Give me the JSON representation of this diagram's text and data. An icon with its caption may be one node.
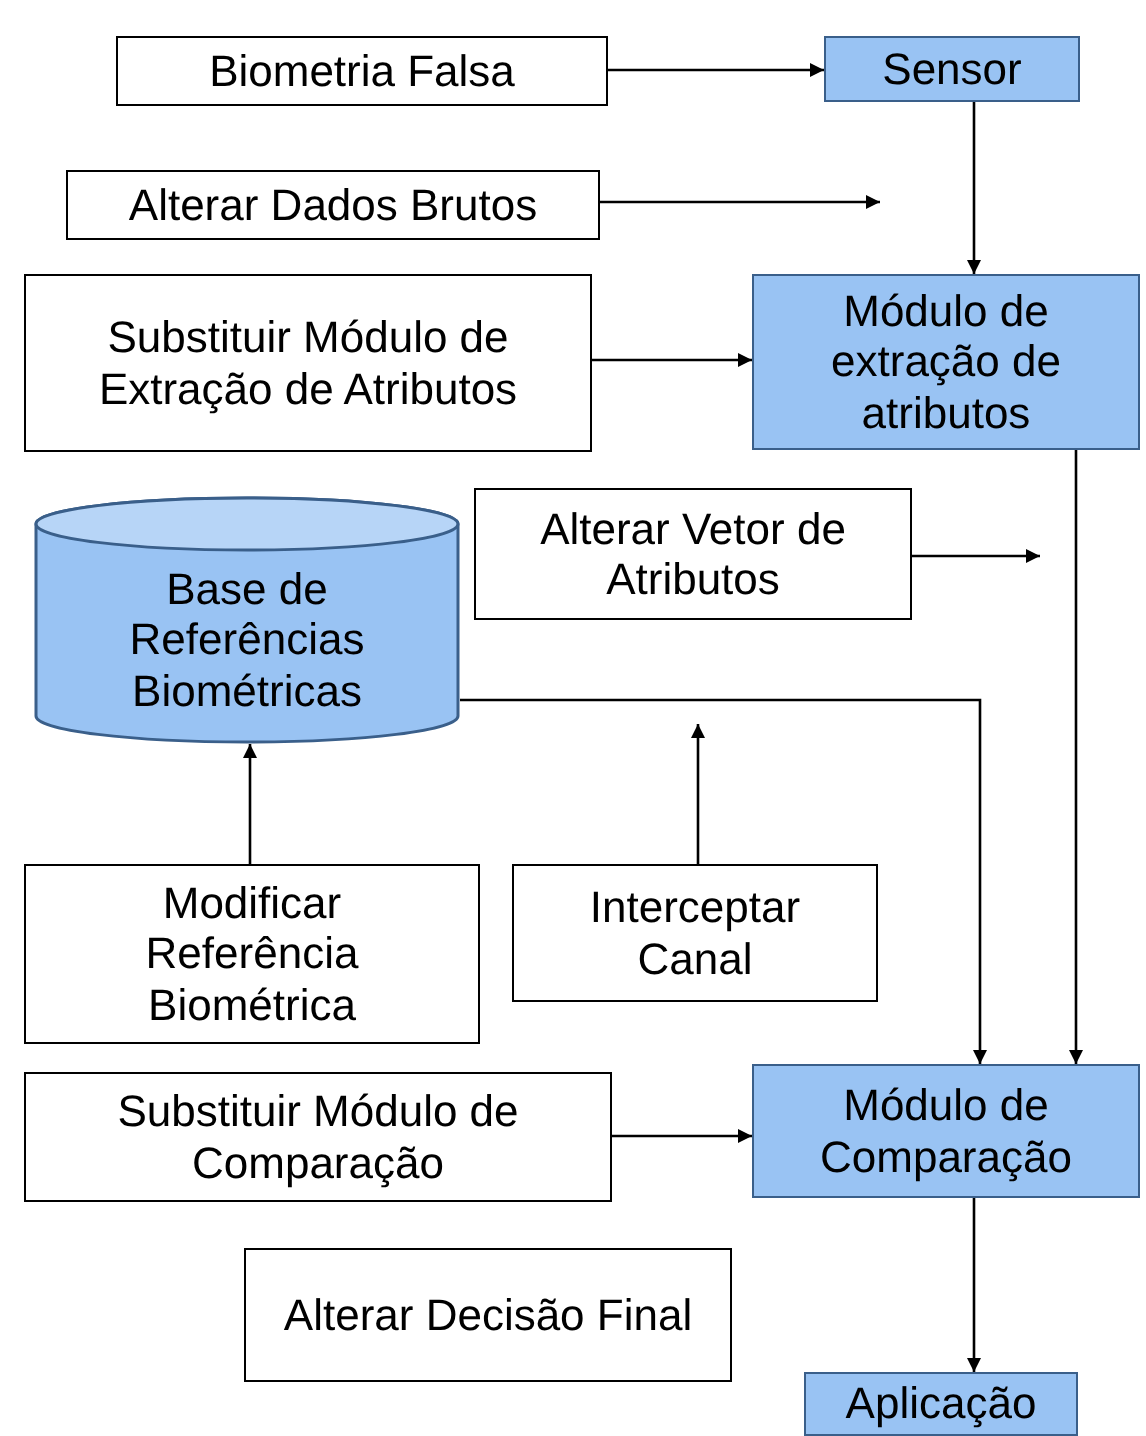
{
  "diagram": {
    "nodes": [
      {
        "text": [
          "Biometria Falsa"
        ]
      },
      {
        "text": [
          "Sensor"
        ]
      },
      {
        "text": [
          "Alterar Dados Brutos"
        ]
      },
      {
        "text": [
          "Substituir Módulo de Extração de Atributos"
        ]
      },
      {
        "text": [
          "Módulo de extração de atributos"
        ]
      },
      {
        "text": [
          "Alterar Vetor de Atributos"
        ]
      },
      {
        "text": [
          "Base de Referências Biométricas"
        ]
      },
      {
        "text": [
          "Modificar Referência Biométrica"
        ]
      },
      {
        "text": [
          "Interceptar Canal"
        ]
      },
      {
        "text": [
          "Substituir Módulo de Comparação"
        ]
      },
      {
        "text": [
          "Módulo de Comparação"
        ]
      },
      {
        "text": [
          "Alterar Decisão Final"
        ]
      },
      {
        "text": [
          "Aplicação"
        ]
      }
    ],
    "edges": [
      {
        "from": 0,
        "to": 1,
        "arrow": "to"
      },
      {
        "from": 1,
        "to": 4,
        "arrow": "to"
      },
      {
        "from": 2,
        "to": null,
        "arrow": "to"
      },
      {
        "from": 3,
        "to": 4,
        "arrow": "to"
      },
      {
        "from": 4,
        "to": 10,
        "arrow": "to"
      },
      {
        "from": 5,
        "to": null,
        "arrow": "to"
      },
      {
        "from": 6,
        "to": 10,
        "arrow": "to"
      },
      {
        "from": 7,
        "to": 6,
        "arrow": "to"
      },
      {
        "from": 8,
        "to": null,
        "arrow": "to"
      },
      {
        "from": 9,
        "to": 10,
        "arrow": "to"
      },
      {
        "from": 10,
        "to": 12,
        "arrow": "to"
      }
    ]
  }
}
